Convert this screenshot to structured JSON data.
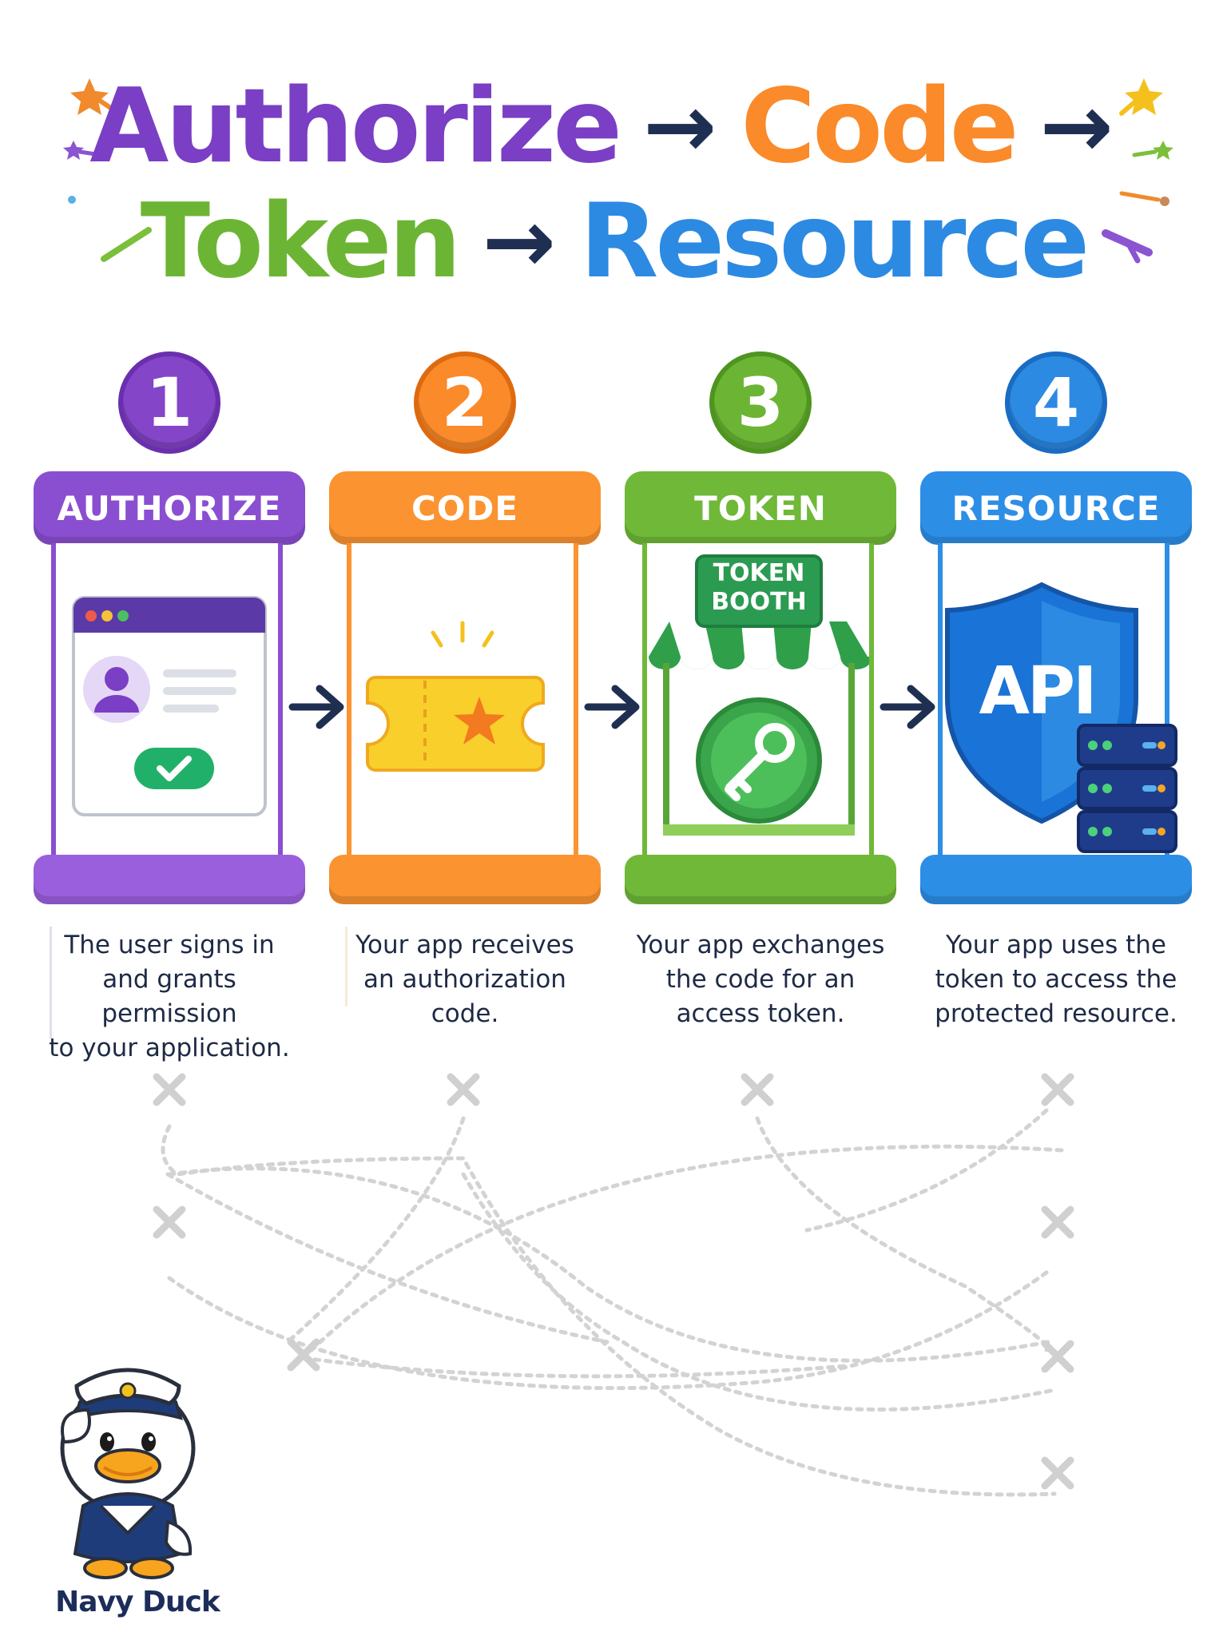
{
  "title": {
    "word1": "Authorize",
    "word2": "Code",
    "word3": "Token",
    "word4": "Resource",
    "arrow": "→"
  },
  "colors": {
    "purple": "#7a3fc4",
    "orange": "#fa8a2a",
    "green": "#6cb534",
    "blue": "#2c8ae2",
    "navy": "#1f2f52"
  },
  "steps": [
    {
      "number": "1",
      "label": "AUTHORIZE",
      "desc_lines": [
        "The user signs in",
        "and grants permission",
        "to your application."
      ]
    },
    {
      "number": "2",
      "label": "CODE",
      "desc_lines": [
        "Your app receives",
        "an authorization",
        "code."
      ]
    },
    {
      "number": "3",
      "label": "TOKEN",
      "desc_lines": [
        "Your app exchanges",
        "the code for an",
        "access token."
      ]
    },
    {
      "number": "4",
      "label": "RESOURCE",
      "desc_lines": [
        "Your app uses the",
        "token to access the",
        "protected resource."
      ]
    }
  ],
  "booth": {
    "line1": "TOKEN",
    "line2": "BOOTH"
  },
  "api_label": "API",
  "brand": "Navy Duck"
}
